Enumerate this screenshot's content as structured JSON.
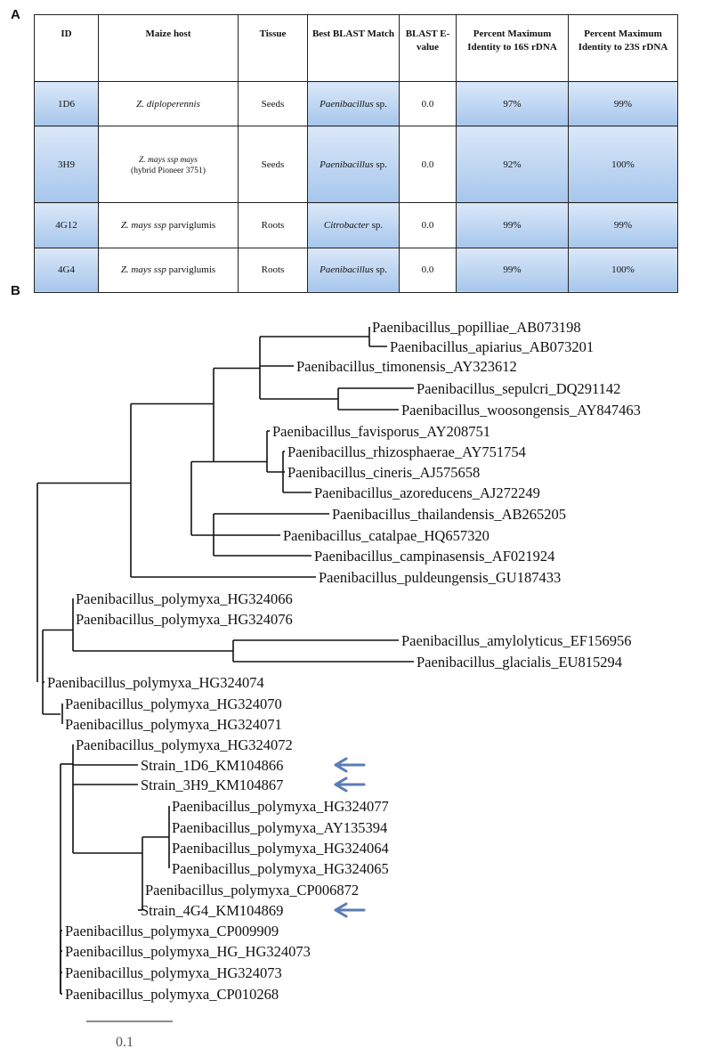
{
  "panel_a_label": "A",
  "panel_b_label": "B",
  "table": {
    "headers": [
      "ID",
      "Maize host",
      "Tissue",
      "Best BLAST Match",
      "BLAST E-value",
      "Percent Maximum Identity to 16S rDNA",
      "Percent Maximum Identity to 23S rDNA"
    ],
    "rows": [
      {
        "id": "1D6",
        "host": "Z. diploperennis",
        "host_sub": "",
        "tissue": "Seeds",
        "match": "Paenibacillus",
        "match_suffix": "sp.",
        "evalue": "0.0",
        "id16s": "97%",
        "id23s": "99%"
      },
      {
        "id": "3H9",
        "host": "Z. mays ssp mays",
        "host_sub": "(hybrid Pioneer 3751)",
        "tissue": "Seeds",
        "match": "Paenibacillus",
        "match_suffix": "sp.",
        "evalue": "0.0",
        "id16s": "92%",
        "id23s": "100%"
      },
      {
        "id": "4G12",
        "host": "Z. mays ssp",
        "host_suffix": "parviglumis",
        "tissue": "Roots",
        "match": "Citrobacter",
        "match_suffix": "sp.",
        "evalue": "0.0",
        "id16s": "99%",
        "id23s": "99%"
      },
      {
        "id": "4G4",
        "host": "Z. mays ssp",
        "host_suffix": "parviglumis",
        "tissue": "Roots",
        "match": "Paenibacillus",
        "match_suffix": "sp.",
        "evalue": "0.0",
        "id16s": "99%",
        "id23s": "100%"
      }
    ]
  },
  "tree": {
    "leaves": [
      "Paenibacillus_popilliae_AB073198",
      "Paenibacillus_apiarius_AB073201",
      "Paenibacillus_timonensis_AY323612",
      "Paenibacillus_sepulcri_DQ291142",
      "Paenibacillus_woosongensis_AY847463",
      "Paenibacillus_favisporus_AY208751",
      "Paenibacillus_rhizosphaerae_AY751754",
      "Paenibacillus_cineris_AJ575658",
      "Paenibacillus_azoreducens_AJ272249",
      "Paenibacillus_thailandensis_AB265205",
      "Paenibacillus_catalpae_HQ657320",
      "Paenibacillus_campinasensis_AF021924",
      "Paenibacillus_puldeungensis_GU187433",
      "Paenibacillus_polymyxa_HG324066",
      "Paenibacillus_polymyxa_HG324076",
      "Paenibacillus_amylolyticus_EF156956",
      "Paenibacillus_glacialis_EU815294",
      "Paenibacillus_polymyxa_HG324074",
      "Paenibacillus_polymyxa_HG324070",
      "Paenibacillus_polymyxa_HG324071",
      "Paenibacillus_polymyxa_HG324072",
      "Strain_1D6_KM104866",
      "Strain_3H9_KM104867",
      "Paenibacillus_polymyxa_HG324077",
      "Paenibacillus_polymyxa_AY135394",
      "Paenibacillus_polymyxa_HG324064",
      "Paenibacillus_polymyxa_HG324065",
      "Paenibacillus_polymyxa_CP006872",
      "Strain_4G4_KM104869",
      "Paenibacillus_polymyxa_CP009909",
      "Paenibacillus_polymyxa_HG_HG324073",
      "Paenibacillus_polymyxa_HG324073",
      "Paenibacillus_polymyxa_CP010268"
    ],
    "highlighted_leaves": [
      "Strain_1D6_KM104866",
      "Strain_3H9_KM104867",
      "Strain_4G4_KM104869"
    ],
    "scale_bar_label": "0.1",
    "arrow_color": "#5a7db5"
  }
}
